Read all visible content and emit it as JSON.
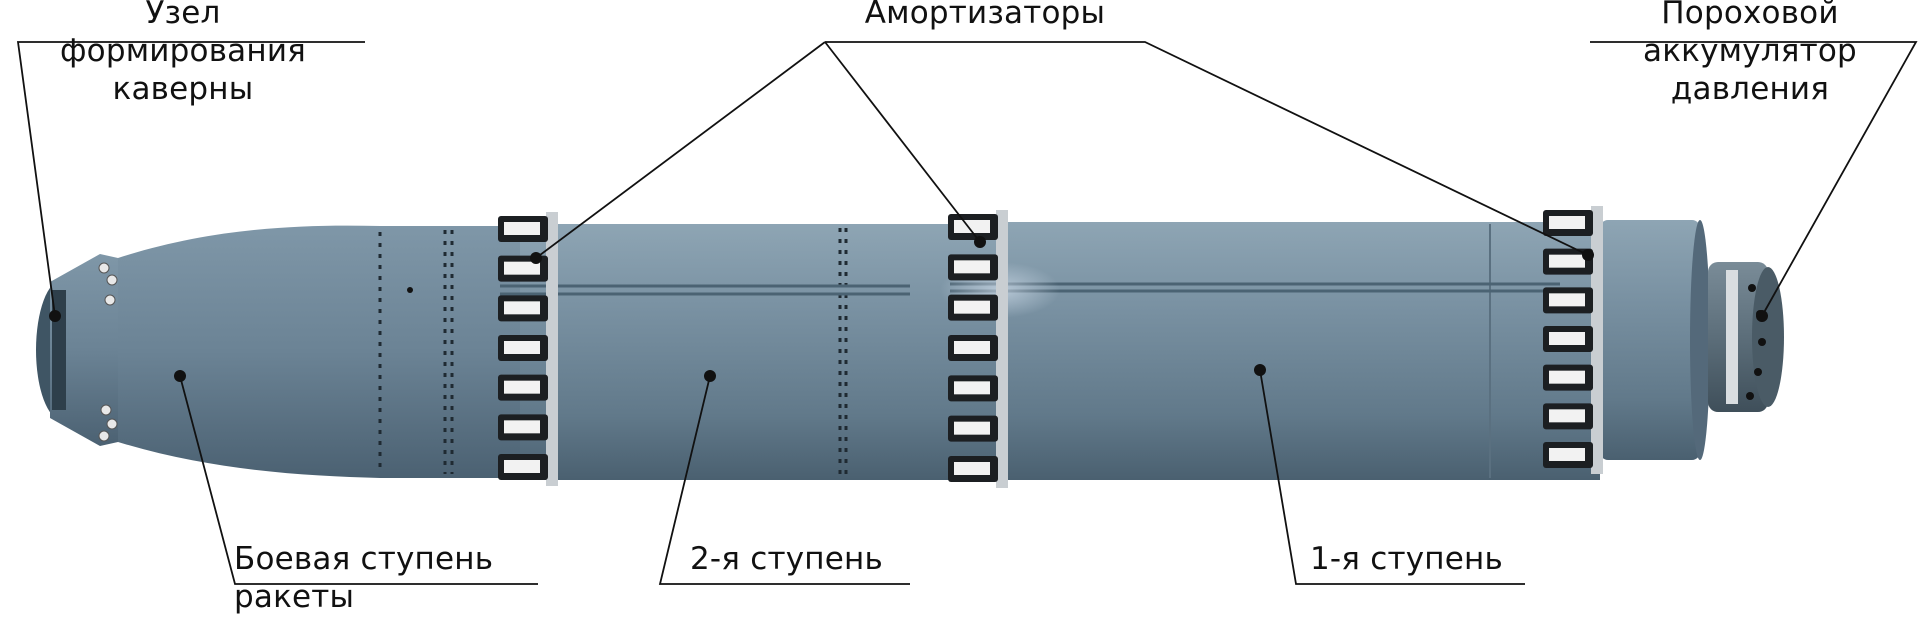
{
  "labels": {
    "cavity_unit": {
      "lines": [
        "Узел",
        "формирования",
        "каверны"
      ]
    },
    "shock_absorbers": {
      "text": "Амортизаторы"
    },
    "powder_accumulator": {
      "lines": [
        "Пороховой",
        "аккумулятор",
        "давления"
      ]
    },
    "warhead_stage": {
      "lines": [
        "Боевая ступень",
        "ракеты"
      ]
    },
    "second_stage": {
      "text": "2-я ступень"
    },
    "first_stage": {
      "text": "1-я ступень"
    }
  },
  "colors": {
    "body": "#6f8899",
    "body_light": "#8aa2b2",
    "body_dark": "#4e6676",
    "ring_dark": "#1c1f22",
    "pad_white": "#f2f2f2",
    "leader_line": "#111111"
  },
  "icons": {
    "leader_dot": "dot-marker"
  }
}
